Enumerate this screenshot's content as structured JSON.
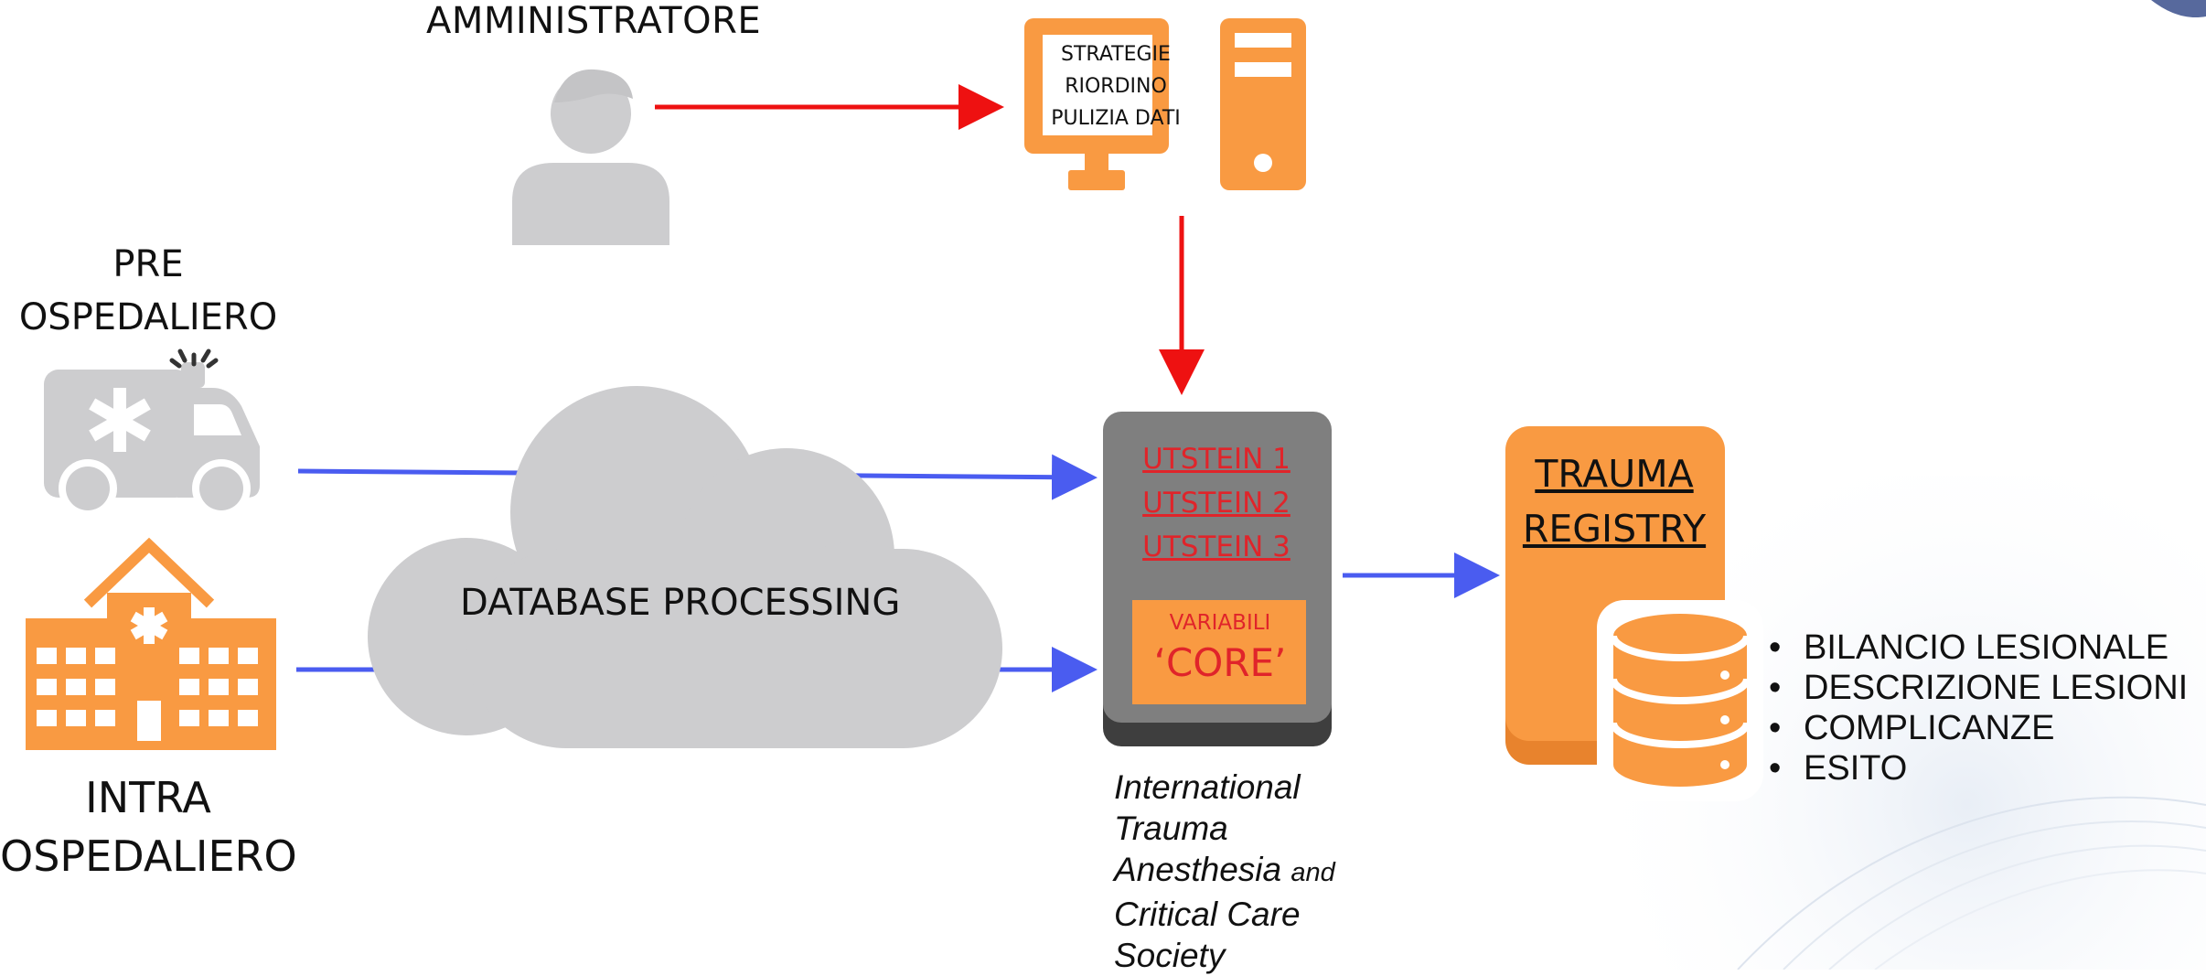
{
  "labels": {
    "administrator": "AMMINISTRATORE",
    "pre_hospital_line1": "PRE",
    "pre_hospital_line2": "OSPEDALIERO",
    "intra_hospital_line1": "INTRA",
    "intra_hospital_line2": "OSPEDALIERO",
    "cloud": "DATABASE PROCESSING"
  },
  "computer_screen": {
    "lines": [
      "STRATEGIE",
      "RIORDINO",
      "PULIZIA DATI"
    ]
  },
  "core_module": {
    "utstein": [
      "UTSTEIN 1",
      "UTSTEIN 2",
      "UTSTEIN 3"
    ],
    "core_title": "VARIABILI",
    "core_value": "‘CORE’"
  },
  "society": {
    "line1": "International",
    "line2": "Trauma",
    "line3_main": "Anesthesia",
    "line3_small": "and",
    "line4": "Critical Care",
    "line5": "Society"
  },
  "registry": {
    "line1": "TRAUMA",
    "line2": "REGISTRY",
    "items": [
      "BILANCIO LESIONALE",
      "DESCRIZIONE LESIONI",
      "COMPLICANZE",
      "ESITO"
    ]
  },
  "colors": {
    "orange": "#f99a42",
    "gray": "#cdcdcf",
    "dark_gray": "#7f7f7f",
    "red_arrow": "#ee1111",
    "blue_arrow": "#4a5cf0",
    "red_text": "#e0242a"
  }
}
